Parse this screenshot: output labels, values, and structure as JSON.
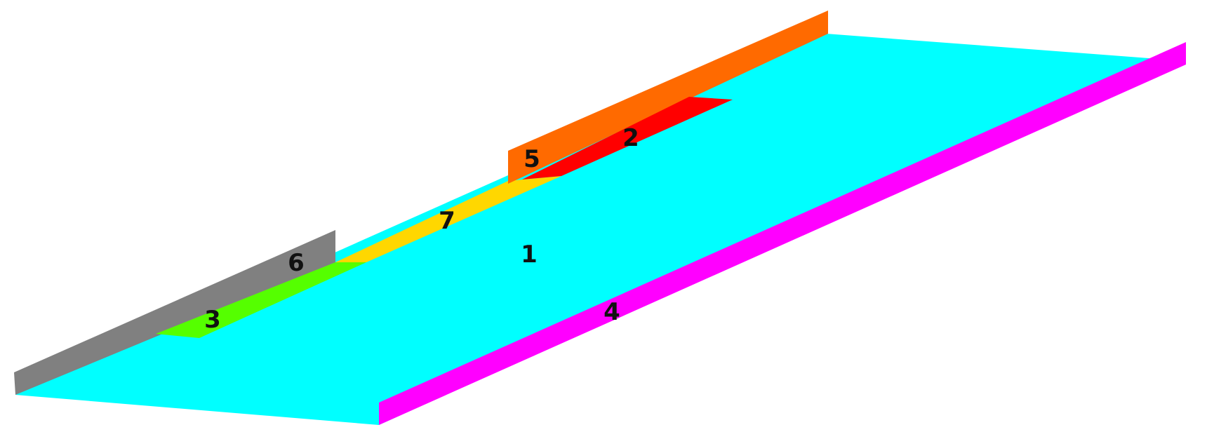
{
  "regions": [
    {
      "id": "main-floor",
      "label": "1",
      "color": "#00FFFF"
    },
    {
      "id": "red-strip",
      "label": "2",
      "color": "#FF0000"
    },
    {
      "id": "green-strip",
      "label": "3",
      "color": "#55FF00"
    },
    {
      "id": "magenta-wall",
      "label": "4",
      "color": "#FF00FF"
    },
    {
      "id": "orange-wall",
      "label": "5",
      "color": "#FF6A00"
    },
    {
      "id": "gray-wall",
      "label": "6",
      "color": "#808080"
    },
    {
      "id": "yellow-strip",
      "label": "7",
      "color": "#FFD700"
    }
  ],
  "labels": {
    "r1": "1",
    "r2": "2",
    "r3": "3",
    "r4": "4",
    "r5": "5",
    "r6": "6",
    "r7": "7"
  }
}
